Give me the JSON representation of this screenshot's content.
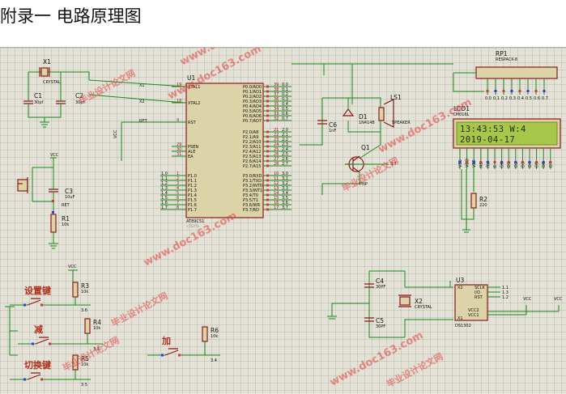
{
  "page": {
    "heading": "附录一 电路原理图"
  },
  "mcu": {
    "ref": "U1",
    "part": "AT89C51",
    "left_pins": [
      {
        "num": "19",
        "name": "XTAL1"
      },
      {
        "num": "18",
        "name": "XTAL2"
      },
      {
        "num": "9",
        "name": "RST"
      },
      {
        "num": "29",
        "name": "PSEN"
      },
      {
        "num": "30",
        "name": "ALE"
      },
      {
        "num": "31",
        "name": "EA"
      },
      {
        "num": "1",
        "name": "P1.0"
      },
      {
        "num": "2",
        "name": "P1.1"
      },
      {
        "num": "3",
        "name": "P1.2"
      },
      {
        "num": "4",
        "name": "P1.3"
      },
      {
        "num": "5",
        "name": "P1.4"
      },
      {
        "num": "6",
        "name": "P1.5"
      },
      {
        "num": "7",
        "name": "P1.6"
      },
      {
        "num": "8",
        "name": "P1.7"
      }
    ],
    "right_pins_p0": [
      {
        "num": "39",
        "name": "P0.0/AD0"
      },
      {
        "num": "38",
        "name": "P0.1/AD1"
      },
      {
        "num": "37",
        "name": "P0.2/AD2"
      },
      {
        "num": "36",
        "name": "P0.3/AD3"
      },
      {
        "num": "35",
        "name": "P0.4/AD4"
      },
      {
        "num": "34",
        "name": "P0.5/AD5"
      },
      {
        "num": "33",
        "name": "P0.6/AD6"
      },
      {
        "num": "32",
        "name": "P0.7/AD7"
      }
    ],
    "right_pins_p2": [
      {
        "num": "21",
        "name": "P2.0/A8"
      },
      {
        "num": "22",
        "name": "P2.1/A9"
      },
      {
        "num": "23",
        "name": "P2.2/A10"
      },
      {
        "num": "24",
        "name": "P2.3/A11"
      },
      {
        "num": "25",
        "name": "P2.4/A12"
      },
      {
        "num": "26",
        "name": "P2.5/A13"
      },
      {
        "num": "27",
        "name": "P2.6/A14"
      },
      {
        "num": "28",
        "name": "P2.7/A15"
      }
    ],
    "right_pins_p3": [
      {
        "num": "10",
        "name": "P3.0/RXD"
      },
      {
        "num": "11",
        "name": "P3.1/TXD"
      },
      {
        "num": "12",
        "name": "P3.2/INT0"
      },
      {
        "num": "13",
        "name": "P3.3/INT1"
      },
      {
        "num": "14",
        "name": "P3.4/T0"
      },
      {
        "num": "15",
        "name": "P3.5/T1"
      },
      {
        "num": "16",
        "name": "P3.6/WR"
      },
      {
        "num": "17",
        "name": "P3.7/RD"
      }
    ],
    "left_nets": [
      "X1",
      "X2",
      "RET"
    ],
    "p1_nets": [
      "1.0",
      "1.1",
      "1.2",
      "1.3",
      "1.4",
      "1.5",
      "1.6",
      "1.7"
    ],
    "p0_nets": [
      "0.0",
      "0.1",
      "0.2",
      "0.3",
      "0.4",
      "0.5",
      "0.6",
      "0.7"
    ],
    "p2_nets": [
      "2.0",
      "2.1",
      "2.2",
      "2.3",
      "2.4",
      "2.5",
      "2.6",
      "2.7"
    ],
    "p3_nets": [
      "3.0",
      "3.1",
      "3.2",
      "3.3",
      "3.4",
      "3.5",
      "3.6",
      "3.7"
    ]
  },
  "crystal": {
    "ref": "X1",
    "value": "CRYSTAL",
    "c1_ref": "C1",
    "c1_value": "30pf",
    "c2_ref": "C2",
    "c2_value": "30pf"
  },
  "reset": {
    "vcc": "VCC",
    "c3_ref": "C3",
    "c3_value": "10uF",
    "r1_ref": "R1",
    "r1_value": "10k",
    "net": "RET"
  },
  "buzzer": {
    "d1_ref": "D1",
    "d1_value": "1N4148",
    "c6_ref": "C6",
    "c6_value": "1nF",
    "ls1_ref": "LS1",
    "ls1_value": "SPEAKER",
    "q1_ref": "Q1",
    "q1_value": "PNP",
    "net": "3.7"
  },
  "rpack": {
    "ref": "RP1",
    "value": "RESPACK-8"
  },
  "lcd": {
    "ref": "LCD1",
    "part": "LM016L",
    "line1": "13:43:53  W:4",
    "line2": "2019-04-17",
    "pins": [
      "VSS",
      "VDD",
      "VEE",
      "RS",
      "RW",
      "E",
      "D0",
      "D1",
      "D2",
      "D3",
      "D4",
      "D5",
      "D6",
      "D7"
    ],
    "r2_ref": "R2",
    "r2_value": "220"
  },
  "keys": [
    {
      "label": "设置键",
      "r_ref": "R3",
      "r_value": "10k",
      "net": "3.6"
    },
    {
      "label": "减",
      "r_ref": "R4",
      "r_value": "10k",
      "net": "3.3"
    },
    {
      "label": "切换键",
      "r_ref": "R5",
      "r_value": "10k",
      "net": "3.5"
    },
    {
      "label": "加",
      "r_ref": "R6",
      "r_value": "10k",
      "net": "3.4"
    }
  ],
  "rtc": {
    "ref": "U3",
    "part": "DS1302",
    "pins_right": [
      "SCLK",
      "I/O",
      "RST"
    ],
    "pins_left": [
      "X2",
      "X1"
    ],
    "pins_lower": [
      "VCC2",
      "VCC1"
    ],
    "nets": [
      "1.1",
      "1.3",
      "1.2"
    ],
    "x2_ref": "X2",
    "x2_value": "CRYSTAL",
    "c4_ref": "C4",
    "c4_value": "30PF",
    "c5_ref": "C5",
    "c5_value": "30PF",
    "vcc": "VCC"
  },
  "placeholder_text": "<TEXT>",
  "watermark": {
    "site": "www.doc163.com",
    "cn": "毕业设计论文网"
  },
  "colors": {
    "wire": "#1a8a1a",
    "body": "#8b1a1a",
    "sheet": "#e4e2d6",
    "lcd_screen": "#a8c64a"
  }
}
